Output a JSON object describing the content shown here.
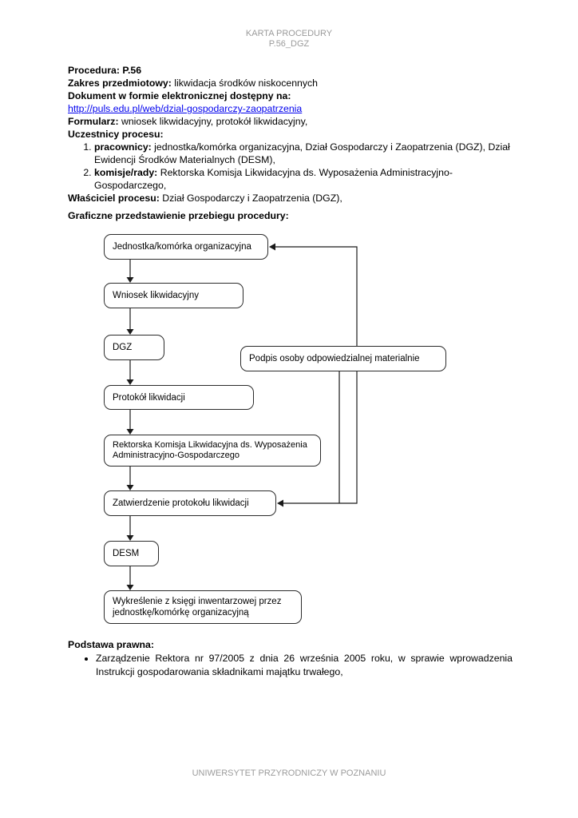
{
  "header": {
    "title": "KARTA PROCEDURY",
    "subtitle": "P.56_DGZ"
  },
  "intro": {
    "procedure": "Procedura: P.56",
    "scope_label": "Zakres przedmiotowy:",
    "scope_text": " likwidacja środków niskocennych",
    "document_label": "Dokument w formie elektronicznej dostępny na:",
    "link": "http://puls.edu.pl/web/dzial-gospodarczy-zaopatrzenia",
    "form_label": "Formularz:",
    "form_text": " wniosek likwidacyjny, protokół likwidacyjny,",
    "participants_label": "Uczestnicy procesu:",
    "item1_label": "pracownicy:",
    "item1_text": " jednostka/komórka organizacyjna,  Dział Gospodarczy i Zaopatrzenia (DGZ), Dział Ewidencji Środków Materialnych (DESM),",
    "item2_label": "komisje/rady:",
    "item2_text": " Rektorska Komisja Likwidacyjna ds. Wyposażenia Administracyjno-Gospodarczego,",
    "owner_label": "Właściciel procesu:",
    "owner_text": " Dział Gospodarczy i Zaopatrzenia (DGZ),"
  },
  "diagram": {
    "heading": "Graficzne przedstawienie przebiegu procedury:",
    "boxes": {
      "jednostka": "Jednostka/komórka organizacyjna",
      "wniosek": "Wniosek likwidacyjny",
      "dgz": "DGZ",
      "podpis": "Podpis osoby odpowiedzialnej materialnie",
      "protokol": "Protokół likwidacji",
      "komisja": "Rektorska Komisja Likwidacyjna ds. Wyposażenia Administracyjno-Gospodarczego",
      "zatwierdzenie": "Zatwierdzenie protokołu likwidacji",
      "desm": "DESM",
      "wykreslenie": "Wykreślenie z księgi inwentarzowej przez jednostkę/komórkę organizacyjną"
    }
  },
  "legal": {
    "heading": "Podstawa prawna:",
    "item": "Zarządzenie Rektora nr 97/2005 z dnia 26 września 2005 roku, w sprawie wprowadzenia Instrukcji gospodarowania składnikami majątku trwałego,"
  },
  "footer": {
    "text": "UNIWERSYTET PRZYRODNICZY W POZNANIU"
  }
}
